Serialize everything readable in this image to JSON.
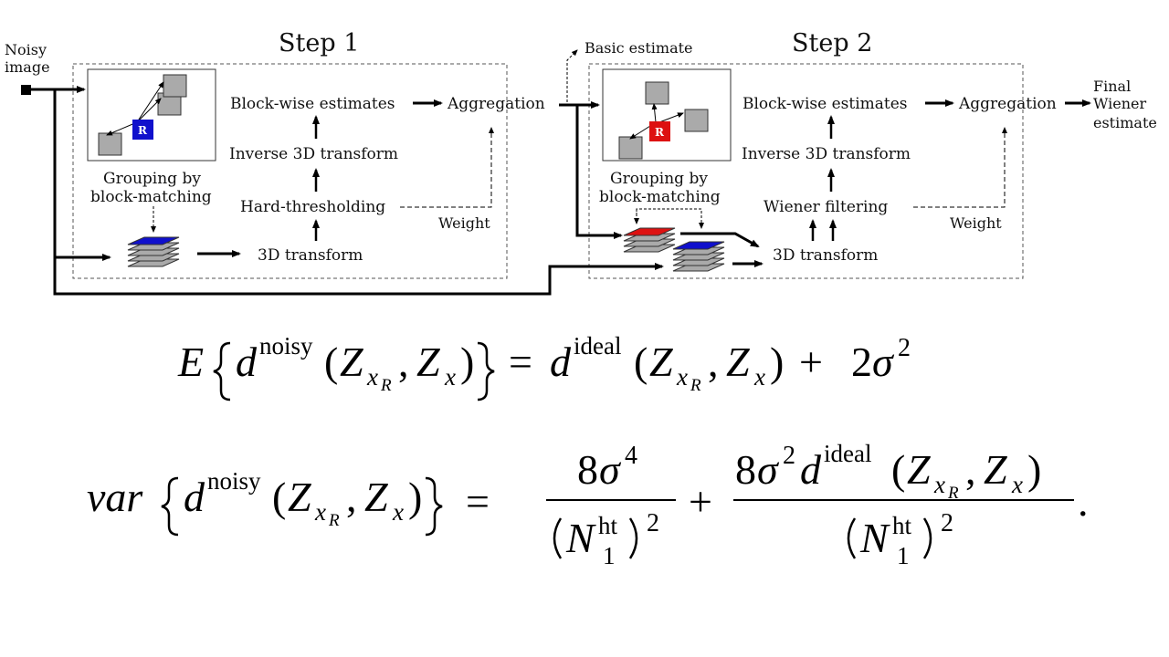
{
  "diagram": {
    "input_label_line1": "Noisy",
    "input_label_line2": "image",
    "step1": {
      "title": "Step 1",
      "grouping_line1": "Grouping by",
      "grouping_line2": "block-matching",
      "ref_block_label": "R",
      "block_estimates": "Block-wise estimates",
      "inverse_transform": "Inverse 3D transform",
      "filtering": "Hard-thresholding",
      "transform": "3D transform",
      "aggregation": "Aggregation",
      "weight": "Weight"
    },
    "basic_estimate": "Basic estimate",
    "step2": {
      "title": "Step 2",
      "grouping_line1": "Grouping by",
      "grouping_line2": "block-matching",
      "ref_block_label": "R",
      "block_estimates": "Block-wise estimates",
      "inverse_transform": "Inverse 3D transform",
      "filtering": "Wiener filtering",
      "transform": "3D transform",
      "aggregation": "Aggregation",
      "weight": "Weight"
    },
    "output_line1": "Final",
    "output_line2": "Wiener",
    "output_line3": "estimate",
    "colors": {
      "blue_block": "#1010cc",
      "red_block": "#dd1111",
      "gray_block": "#aaaaaa"
    }
  },
  "equations": {
    "eq1": {
      "E": "E",
      "d": "d",
      "noisy": "noisy",
      "Z": "Z",
      "x": "x",
      "R": "R",
      "comma": ",",
      "equals": "=",
      "ideal": "ideal",
      "plus": "+",
      "two": "2",
      "sigma": "σ",
      "sq": "2"
    },
    "eq2": {
      "var": "var",
      "d": "d",
      "noisy": "noisy",
      "Z": "Z",
      "x": "x",
      "R": "R",
      "comma": ",",
      "equals": "=",
      "num1_coef": "8",
      "sigma": "σ",
      "num1_exp": "4",
      "N": "N",
      "N_sub": "1",
      "N_sup": "ht",
      "den_exp": "2",
      "plus": "+",
      "num2_coef": "8",
      "num2_sig_exp": "2",
      "ideal": "ideal",
      "period": "."
    }
  }
}
